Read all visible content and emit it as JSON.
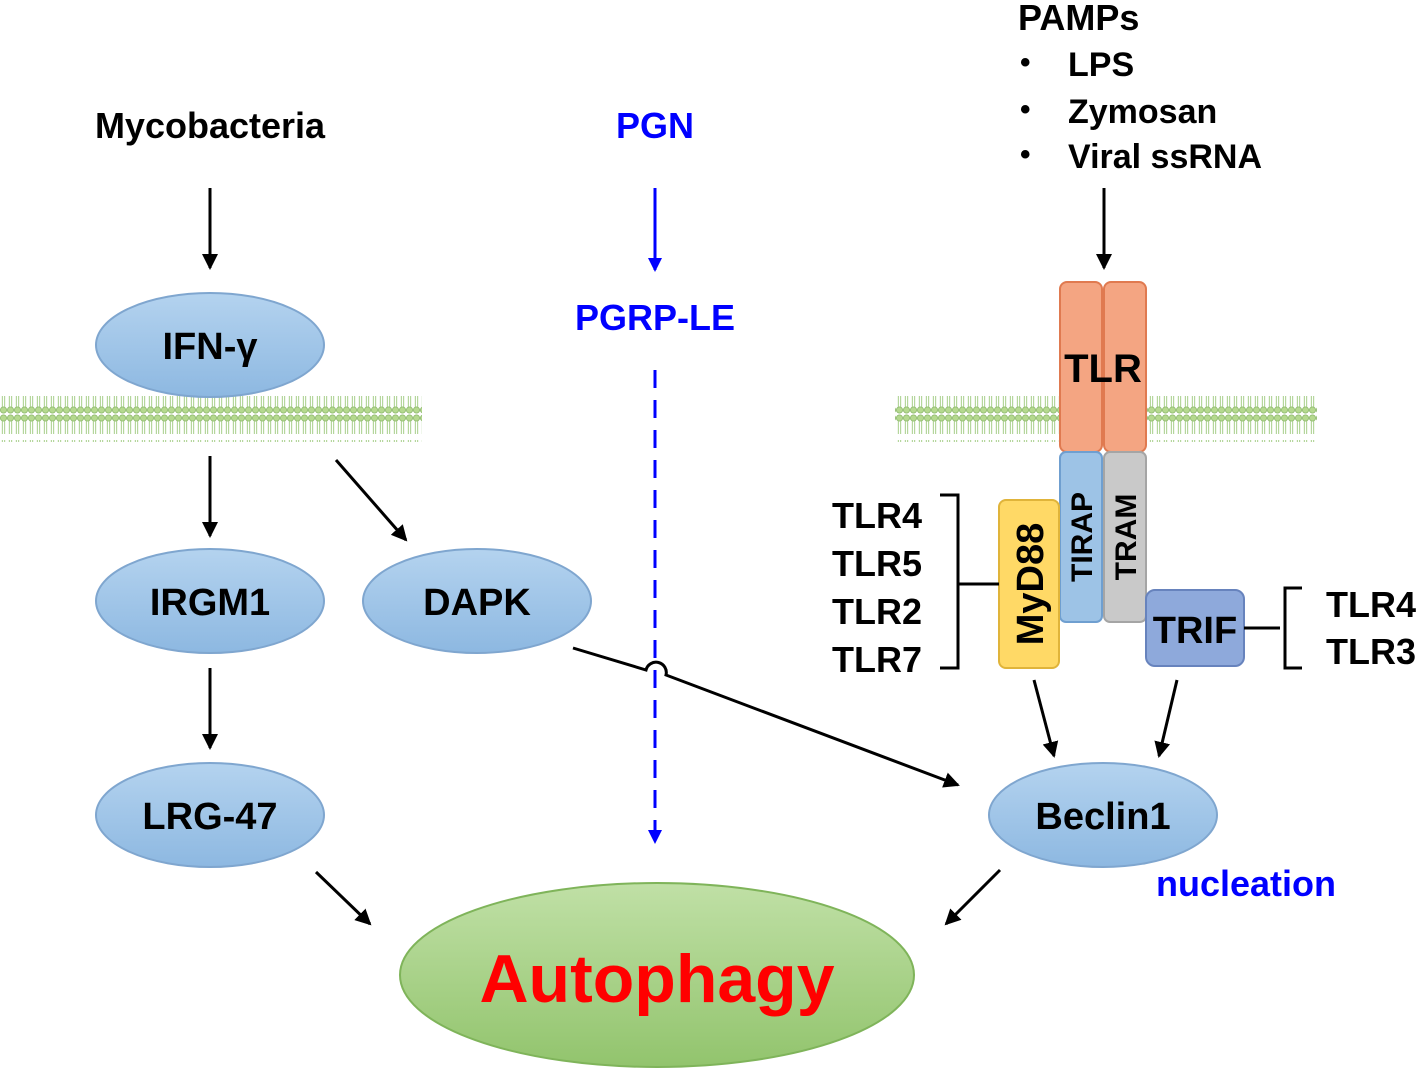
{
  "inputs": {
    "mycobacteria": "Mycobacteria",
    "pgn": "PGN",
    "pamps": {
      "title": "PAMPs",
      "items": [
        "LPS",
        "Zymosan",
        "Viral ssRNA"
      ]
    }
  },
  "nodes": {
    "ifn_gamma": "IFN-γ",
    "pgrp_le": "PGRP-LE",
    "tlr": "TLR",
    "irgm1": "IRGM1",
    "dapk": "DAPK",
    "tirap": "TIRAP",
    "tram": "TRAM",
    "myd88": "MyD88",
    "trif": "TRIF",
    "lrg47": "LRG-47",
    "beclin1": "Beclin1",
    "nucleation": "nucleation",
    "autophagy": "Autophagy"
  },
  "tlr_groups": {
    "myd88_tlrs": [
      "TLR4",
      "TLR5",
      "TLR2",
      "TLR7"
    ],
    "trif_tlrs": [
      "TLR4",
      "TLR3"
    ]
  },
  "colors": {
    "black_text": "#000000",
    "blue_text": "#0000ff",
    "red_text": "#ff0000",
    "node_fill": "#9dc3e6",
    "node_stroke": "#7fa6cf",
    "autophagy_fill": "#a9d18e",
    "membrane": "#a9d18e",
    "tlr_fill": "#f4a582",
    "tirap_fill": "#9dc3e6",
    "tram_fill": "#c9c9c9",
    "myd88_fill": "#ffd966",
    "trif_fill": "#8ea9db"
  }
}
